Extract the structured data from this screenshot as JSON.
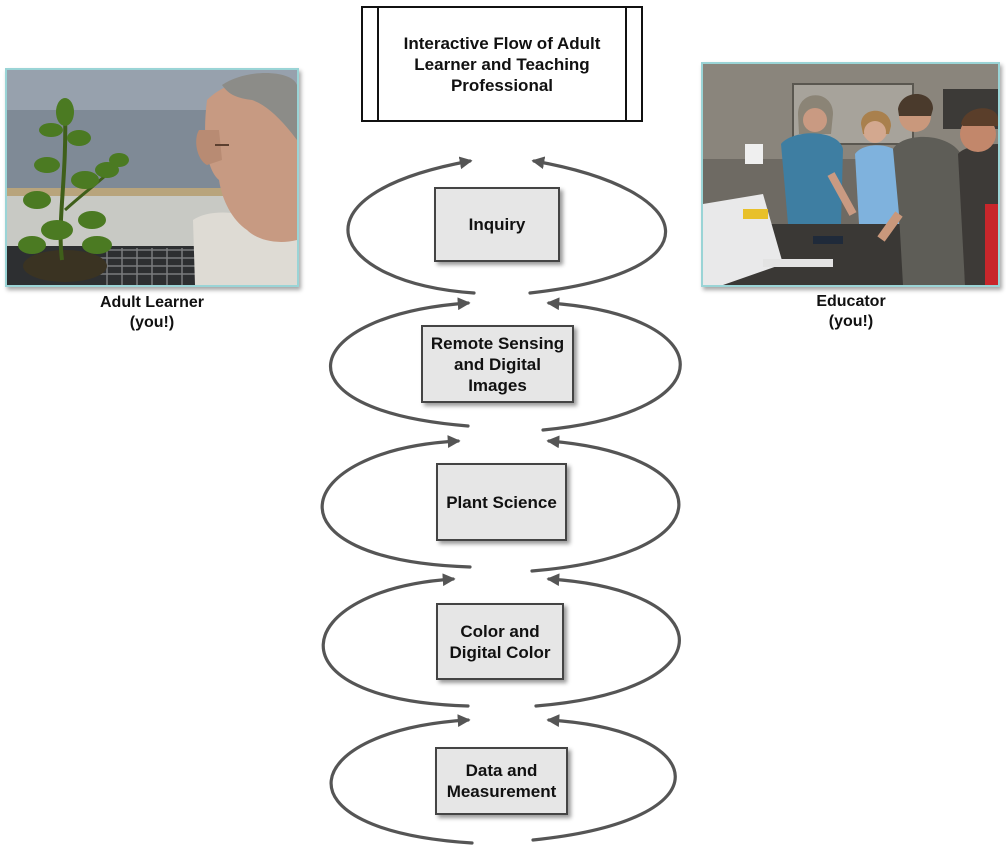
{
  "title": "Interactive Flow of Adult Learner and Teaching Professional",
  "left_caption": {
    "line1": "Adult Learner",
    "line2": "(you!)"
  },
  "right_caption": {
    "line1": "Educator",
    "line2": "(you!)"
  },
  "topics": [
    {
      "id": "inquiry",
      "label": "Inquiry"
    },
    {
      "id": "remote",
      "label": "Remote Sensing and Digital Images"
    },
    {
      "id": "plant",
      "label": "Plant Science"
    },
    {
      "id": "color",
      "label": "Color and Digital Color"
    },
    {
      "id": "data",
      "label": "Data and Measurement"
    }
  ],
  "colors": {
    "arrow": "#555555",
    "box_fill": "#e6e6e6",
    "photo_border": "#9ad4d6"
  }
}
